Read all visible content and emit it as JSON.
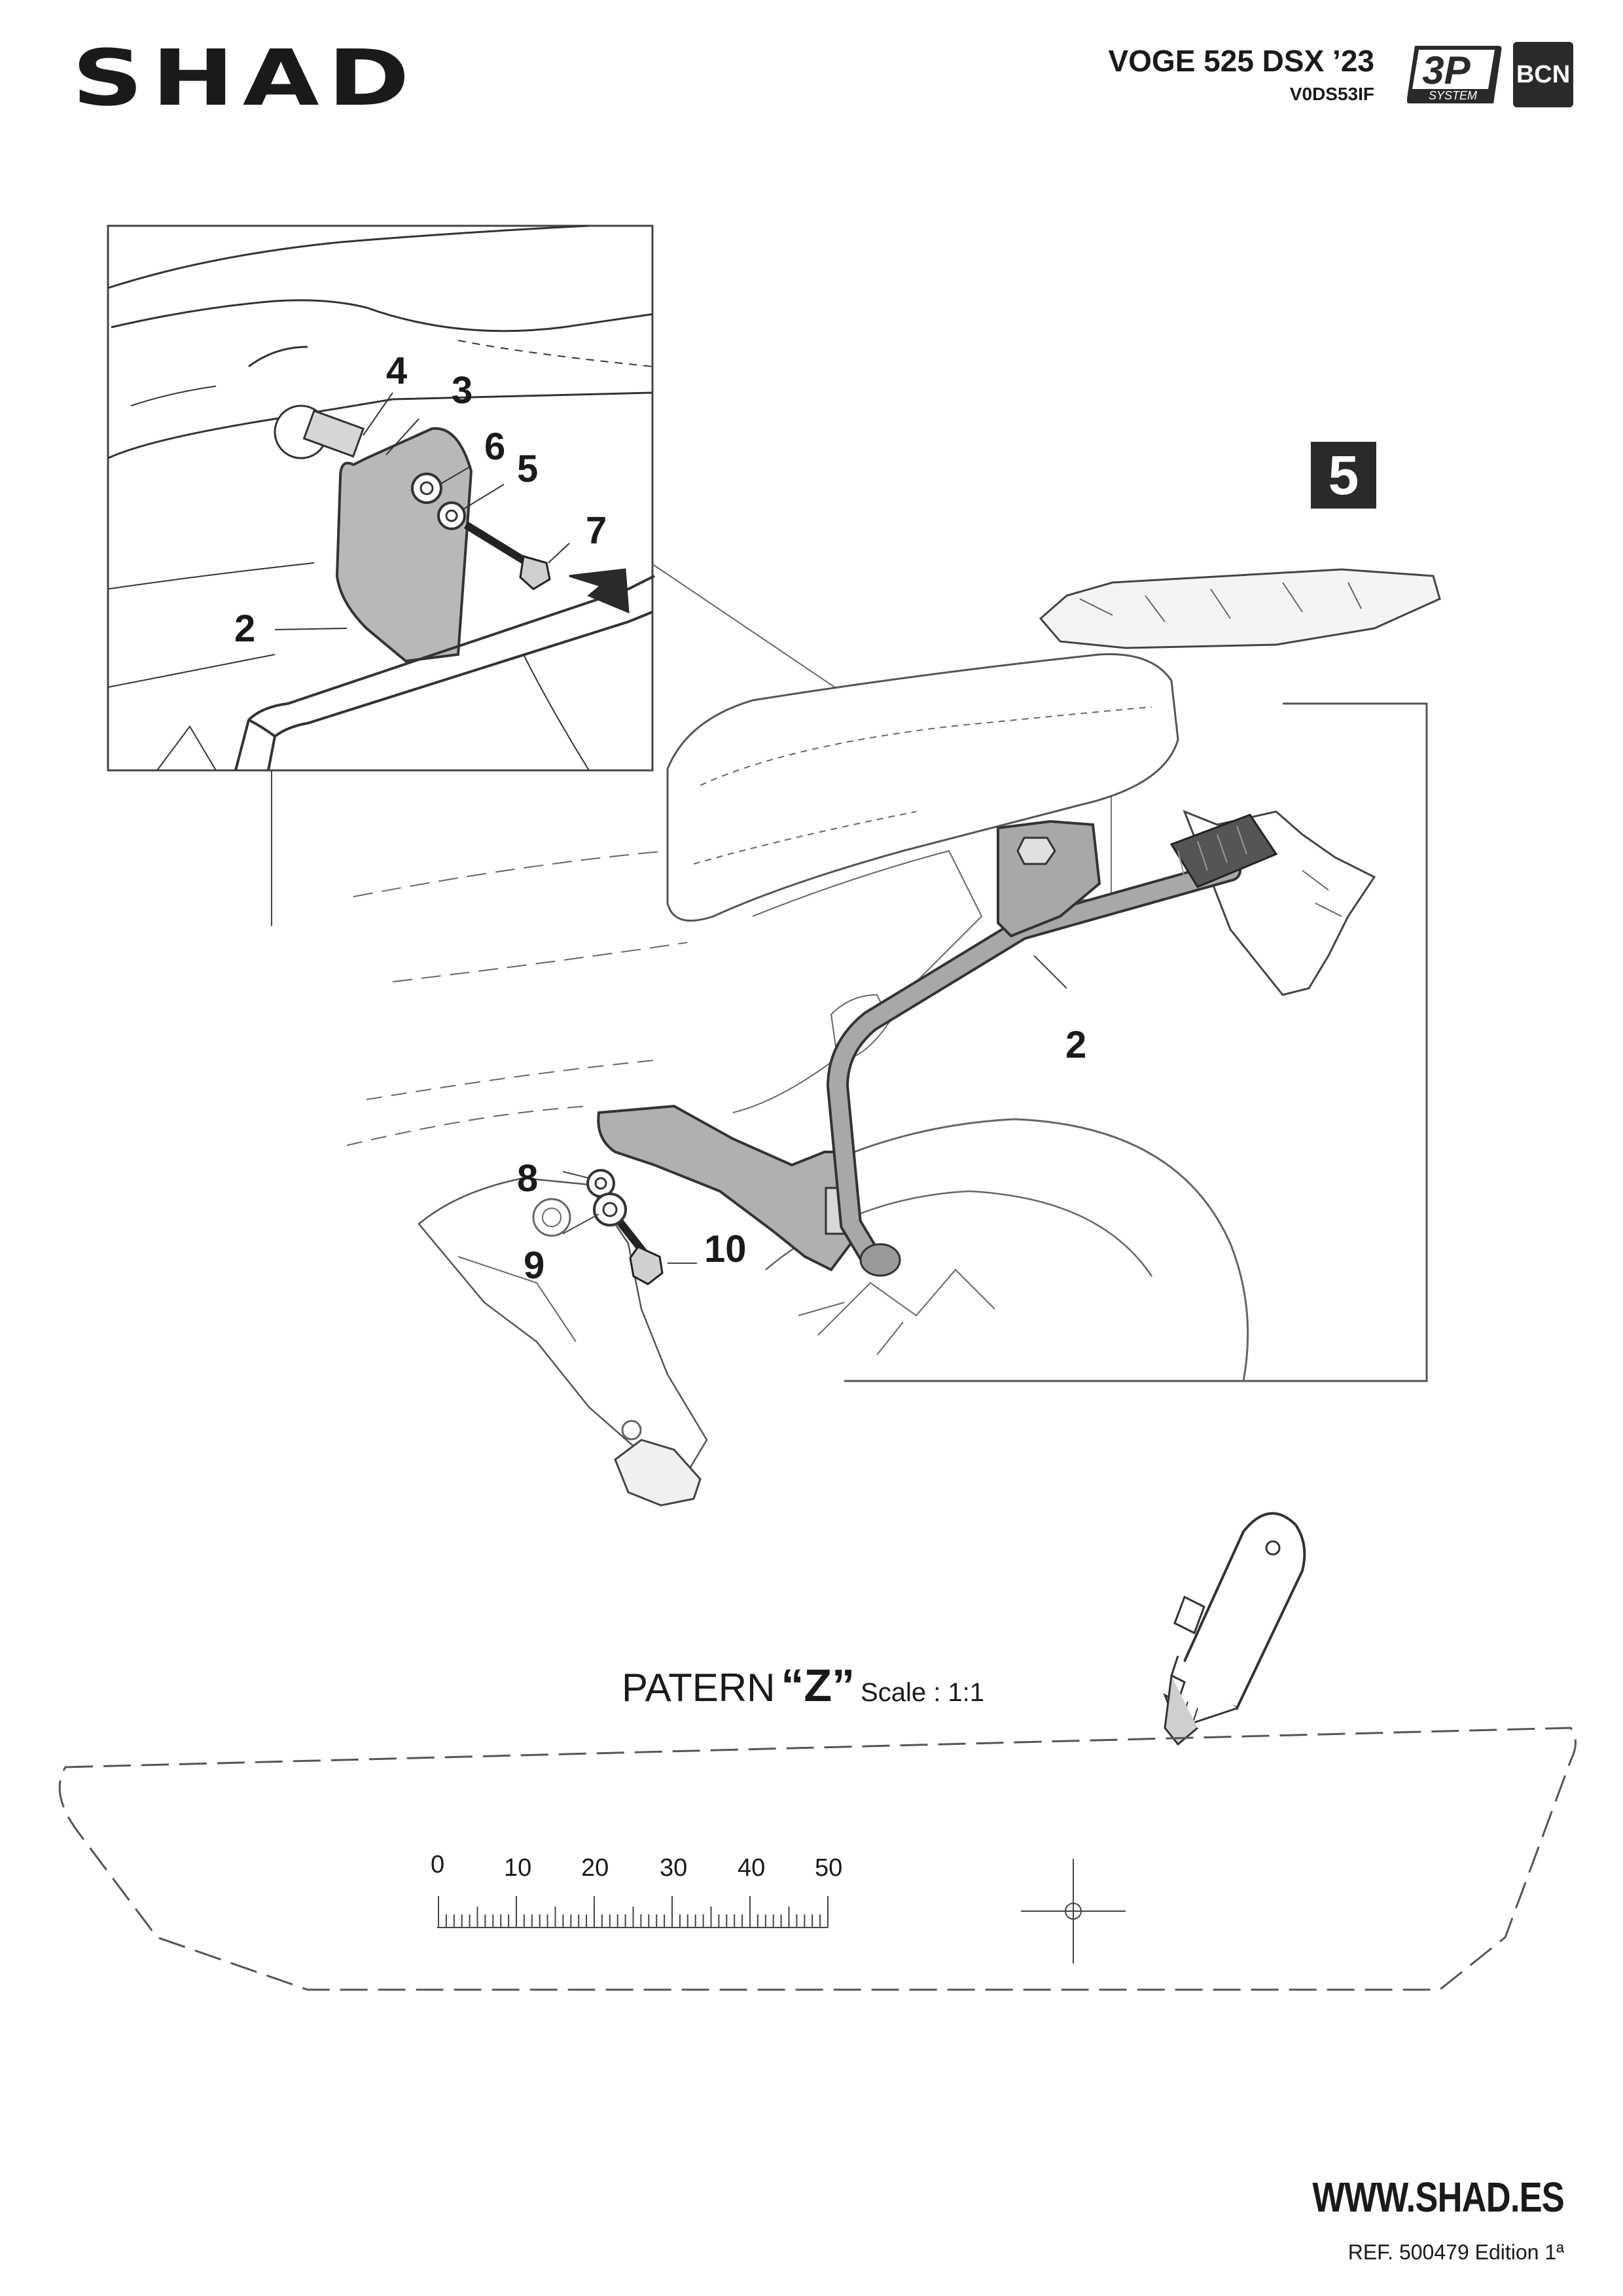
{
  "header": {
    "brand": "SHAD",
    "model_name": "VOGE 525 DSX ’23",
    "model_ref": "V0DS53IF",
    "system_badge_main": "3P",
    "system_badge_sub": "SYSTEM",
    "bcn_badge": "BCN"
  },
  "step_number": "5",
  "callouts": {
    "detail": [
      "4",
      "3",
      "6",
      "5",
      "7",
      "2"
    ],
    "main": [
      "2",
      "8",
      "9",
      "10"
    ]
  },
  "pattern": {
    "label": "PATERN",
    "letter": "“Z”",
    "scale_text": "Scale  : 1:1",
    "scale_marks": [
      "0",
      "10",
      "20",
      "30",
      "40",
      "50"
    ]
  },
  "footer": {
    "website": "WWW.SHAD.ES",
    "ref_edition": "REF. 500479 Edition 1ª"
  }
}
